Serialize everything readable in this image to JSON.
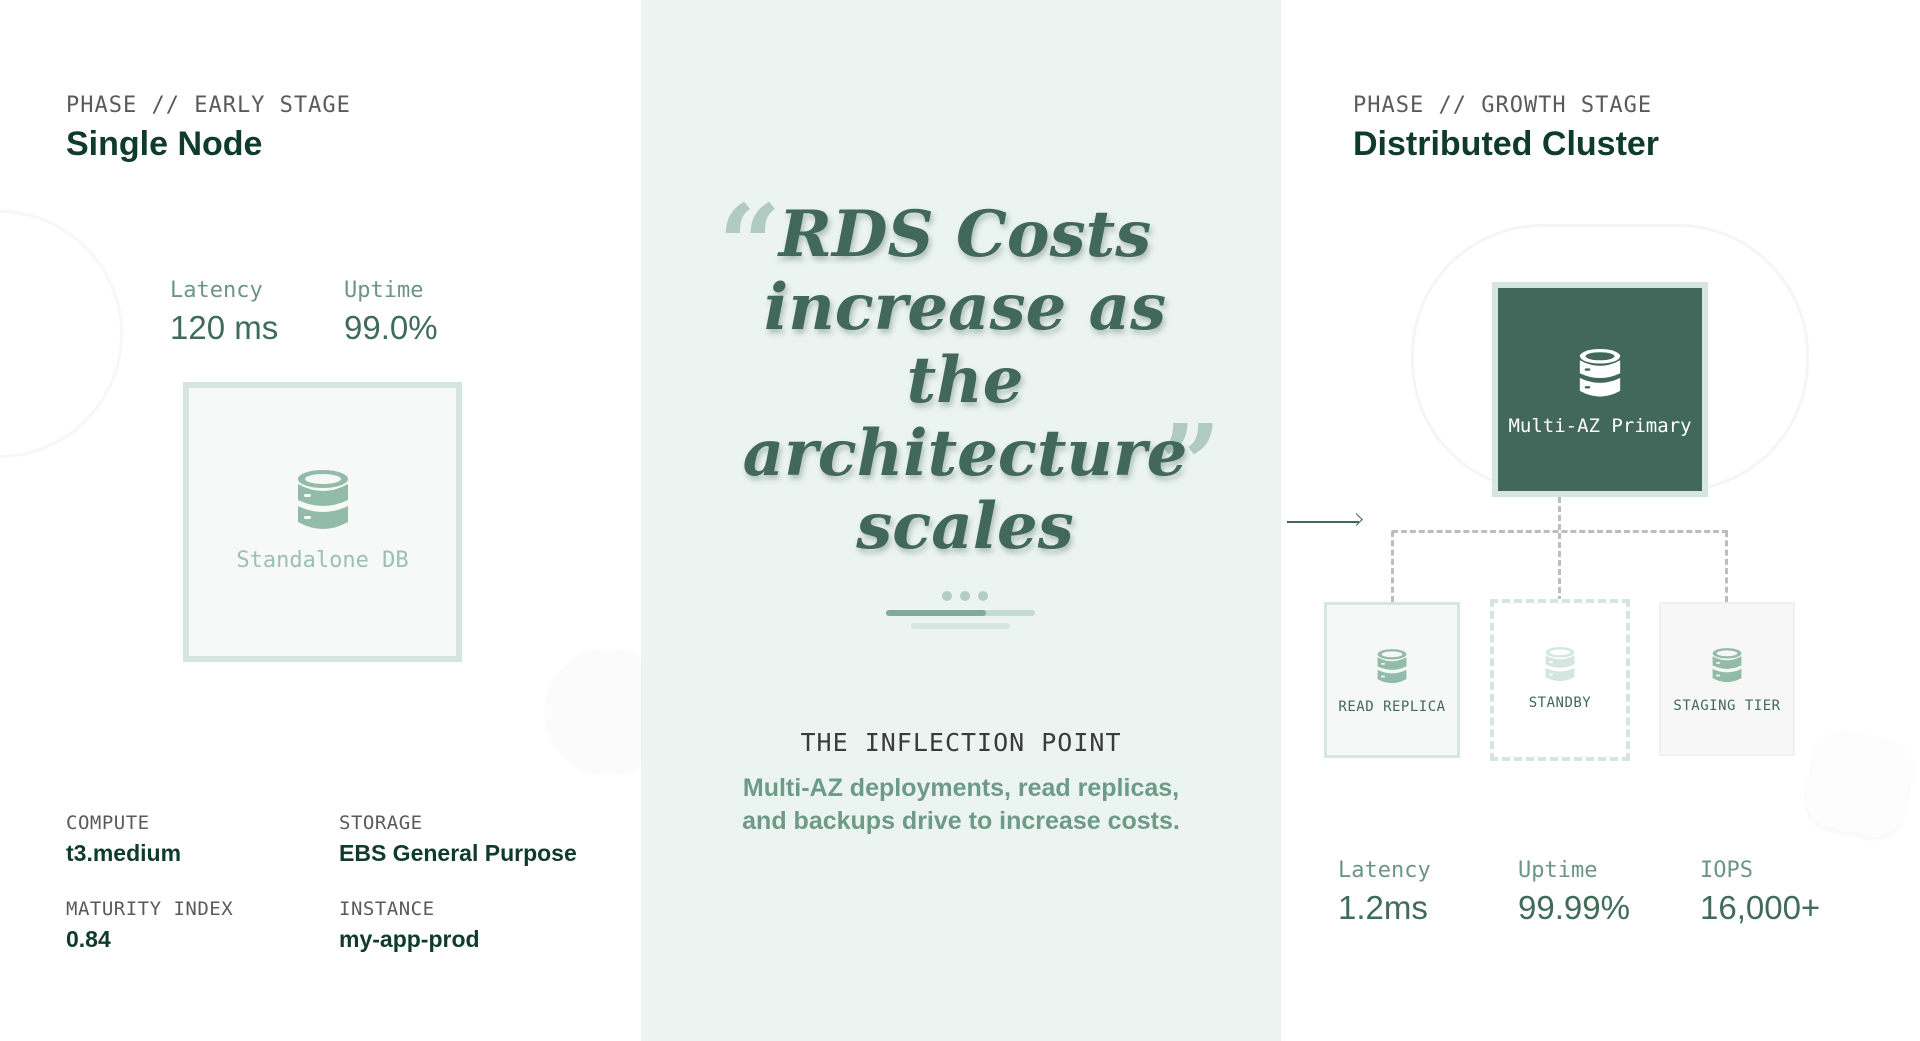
{
  "left": {
    "phase_label": "PHASE // EARLY STAGE",
    "title": "Single Node",
    "metrics": [
      {
        "label": "Latency",
        "value": "120 ms"
      },
      {
        "label": "Uptime",
        "value": "99.0%"
      }
    ],
    "node": {
      "icon": "database-icon",
      "label": "Standalone DB"
    },
    "specs": [
      {
        "label": "COMPUTE",
        "value": "t3.medium"
      },
      {
        "label": "STORAGE",
        "value": "EBS General Purpose"
      },
      {
        "label": "MATURITY INDEX",
        "value": "0.84"
      },
      {
        "label": "INSTANCE",
        "value": "my-app-prod"
      }
    ]
  },
  "center": {
    "quote_open": "“",
    "quote_close": "”",
    "quote_lines": [
      "RDS Costs",
      "increase as the",
      "architecture",
      "scales"
    ],
    "progress_percent": 67,
    "inflection_title": "THE INFLECTION POINT",
    "inflection_body_lines": [
      "Multi-AZ deployments, read replicas,",
      "and backups drive to increase costs."
    ]
  },
  "right": {
    "phase_label": "PHASE // GROWTH STAGE",
    "title": "Distributed Cluster",
    "primary": {
      "icon": "database-icon",
      "label": "Multi-AZ Primary"
    },
    "children": [
      {
        "icon": "database-icon",
        "label": "READ REPLICA"
      },
      {
        "icon": "database-icon",
        "label": "STANDBY"
      },
      {
        "icon": "database-icon",
        "label": "STAGING TIER"
      }
    ],
    "metrics": [
      {
        "label": "Latency",
        "value": "1.2ms"
      },
      {
        "label": "Uptime",
        "value": "99.99%"
      },
      {
        "label": "IOPS",
        "value": "16,000+"
      }
    ]
  },
  "colors": {
    "accent_dark": "#41685a",
    "title_green": "#0e3b2a",
    "panel_bg": "#ebf4f0",
    "border_light": "#d4e6df",
    "icon_mid": "#93bba9"
  }
}
